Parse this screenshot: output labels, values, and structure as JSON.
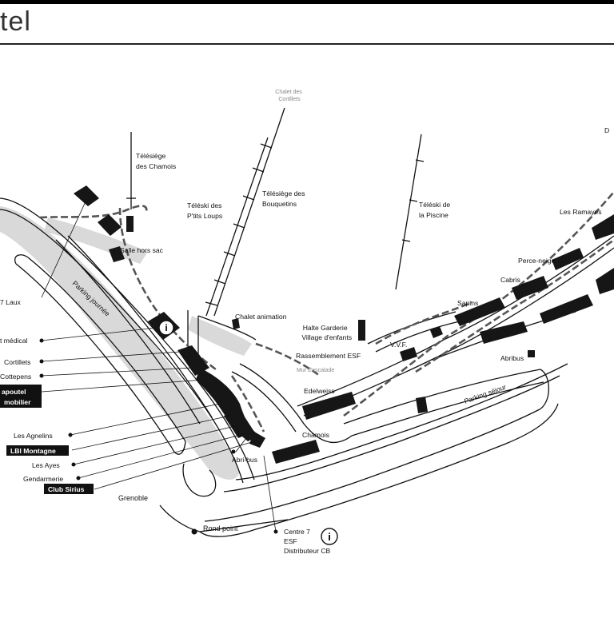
{
  "header": {
    "title": "tel"
  },
  "labels": {
    "chalet_cortillets": [
      "Chalet des",
      "Cortillets"
    ],
    "telesiege_chamois": [
      "Télésiège",
      "des Chamois"
    ],
    "teleski_ptits_loups": [
      "Téléski des",
      "P'tits Loups"
    ],
    "telesiege_bouquetins": [
      "Télésiège des",
      "Bouquetins"
    ],
    "teleski_piscine": [
      "Téléski de",
      "la Piscine"
    ],
    "d_fragment": "D",
    "les_ramayes": "Les Ramayes",
    "perce_neige": "Perce-neige",
    "cabris": "Cabris",
    "sapins": "Sapins",
    "salle_hors_sac": "Salle hors sac",
    "laux": "7 Laux",
    "parking_journee": "Parking journée",
    "chalet_animation": "Chalet animation",
    "halte_garderie": [
      "Halte Garderie",
      "Village d'enfants"
    ],
    "vvf": "V.V.F.",
    "rassemblement_esf": "Rassemblement ESF",
    "mur_escalade": "Mur d'escalade",
    "abribus_right": "Abribus",
    "medical": "t médical",
    "cortillets": "Cortillets",
    "cottepens": "Cottepens",
    "edelweiss": "Edelweiss",
    "parking_sejour": "Parking séjour",
    "chamois": "Chamois",
    "les_agnelins": "Les Agnelins",
    "les_ayes": "Les Ayes",
    "gendarmerie": "Gendarmerie",
    "abri_bus": "Abri-bus",
    "grenoble": "Grenoble",
    "rond_point": "Rond point",
    "centre_esf": [
      "Centre 7",
      "ESF",
      "Distributeur CB"
    ],
    "info_symbol": "i"
  },
  "boxed_labels": {
    "chapoutel": [
      "apoutel",
      "mobilier"
    ],
    "lbi_montagne": "LBI Montagne",
    "club_sirius": "Club Sirius"
  },
  "colors": {
    "ink": "#111111",
    "ski_area": "#d9d9d9",
    "footpath": "#555555",
    "background": "#ffffff"
  }
}
